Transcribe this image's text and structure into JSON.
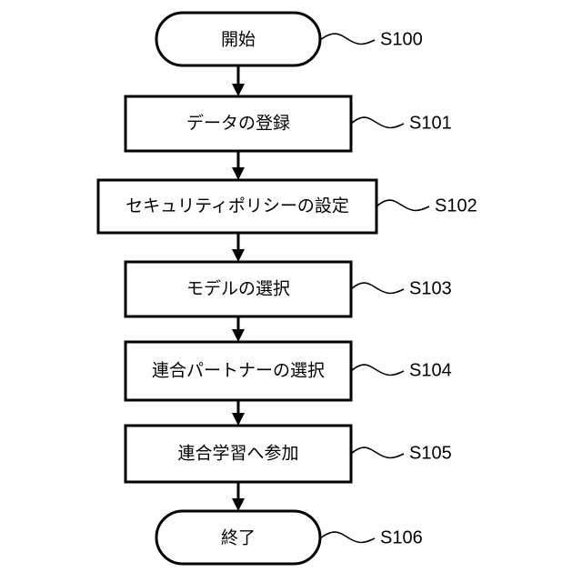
{
  "flowchart": {
    "steps": [
      {
        "id": "S100",
        "label": "開始",
        "shape": "terminal"
      },
      {
        "id": "S101",
        "label": "データの登録",
        "shape": "process"
      },
      {
        "id": "S102",
        "label": "セキュリティポリシーの設定",
        "shape": "process"
      },
      {
        "id": "S103",
        "label": "モデルの選択",
        "shape": "process"
      },
      {
        "id": "S104",
        "label": "連合パートナーの選択",
        "shape": "process"
      },
      {
        "id": "S105",
        "label": "連合学習へ参加",
        "shape": "process"
      },
      {
        "id": "S106",
        "label": "終了",
        "shape": "terminal"
      }
    ]
  }
}
